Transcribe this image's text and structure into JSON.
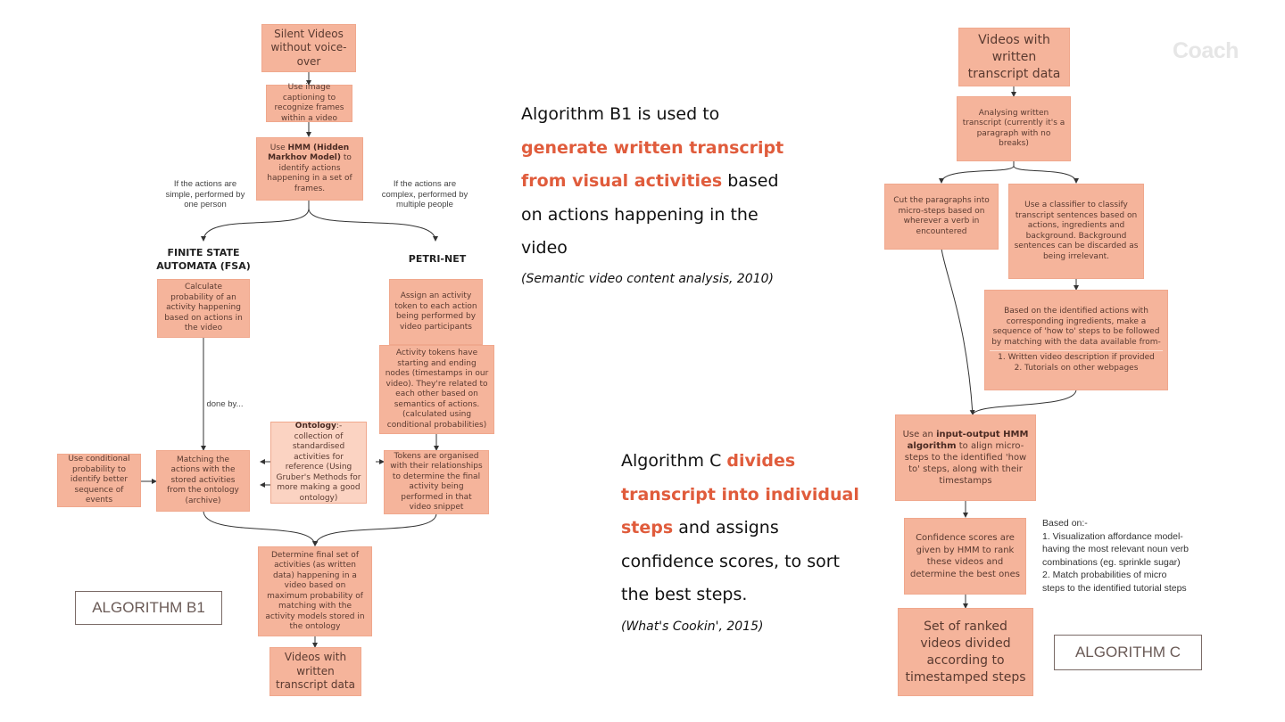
{
  "brand": "Coach",
  "algorithm_b1": {
    "tag": "ALGORITHM B1",
    "start": "Silent Videos without voice-over",
    "captioning": "Use image captioning to recognize frames within a video",
    "hmm": {
      "pre": "Use ",
      "bold": "HMM (Hidden Markhov Model)",
      "post": " to identify actions happening in a set of frames."
    },
    "branch_simple": "If the actions are simple, performed by one person",
    "branch_complex": "If the actions are complex, performed by multiple people",
    "fsa_heading": "FINITE STATE AUTOMATA (FSA)",
    "petri_heading": "PETRI-NET",
    "fsa_probability": "Calculate probability of an activity happening based on actions in the video",
    "done_by": "done by...",
    "conditional_probability": "Use conditional probability to identify better sequence of events",
    "matching": "Matching the actions with the stored activities from the ontology (archive)",
    "ontology": {
      "bold": "Ontology",
      "text": ":- collection of standardised activities for reference (Using Gruber's Methods for more making a good ontology)"
    },
    "token_assign": "Assign an activity token to each action being performed by video participants",
    "token_nodes": "Activity tokens have starting and ending nodes (timestamps in our video). They're related to each other based on semantics of actions. (calculated using conditional probabilities)",
    "token_organised": "Tokens are organised with their relationships to determine the final activity being performed in that video snippet",
    "final_set": "Determine final set of activities (as written data) happening in a video based on maximum probability of matching with the activity models stored in the ontology",
    "end": "Videos with written transcript data"
  },
  "desc_b1": {
    "l1": "Algorithm B1 is used to",
    "l2": "generate written transcript",
    "l3_hl": "from visual activities",
    "l3_rest": " based",
    "l4": "on actions happening in the",
    "l5": "video",
    "cite": "(Semantic video content analysis, 2010)"
  },
  "desc_c": {
    "l1_pre": "Algorithm C ",
    "l1_hl": "divides",
    "l2": "transcript into individual",
    "l3_hl": "steps",
    "l3_rest": " and assigns",
    "l4": "confidence scores, to sort",
    "l5": "the best steps.",
    "cite": "(What's Cookin', 2015)"
  },
  "algorithm_c": {
    "tag": "ALGORITHM C",
    "start": "Videos with written transcript data",
    "analysing": "Analysing written transcript (currently it's a paragraph with no breaks)",
    "cut": "Cut the paragraphs into micro-steps based on wherever a verb in encountered",
    "classify": "Use a classifier to classify transcript sentences based on actions, ingredients and background. Background sentences can be discarded as being irrelevant.",
    "identified": "Based on the identified actions with corresponding ingredients, make a sequence of 'how to' steps to be followed by matching with the data available from-",
    "identified_items": [
      "1. Written video description if provided",
      "2. Tutorials on other webpages"
    ],
    "io_hmm": {
      "pre": "Use an ",
      "bold": "input-output HMM algorithm",
      "post": " to align micro-steps to the identified 'how to' steps, along with their timestamps"
    },
    "confidence": "Confidence scores are given by HMM to rank these videos and determine the best ones",
    "end": "Set of ranked videos divided according to timestamped steps",
    "based_on": {
      "title": "Based on:-",
      "items": [
        "1. Visualization affordance model-",
        "having the most relevant noun verb",
        "combinations (eg. sprinkle sugar)",
        "2. Match probabilities of micro",
        "steps to the identified tutorial steps"
      ]
    }
  }
}
